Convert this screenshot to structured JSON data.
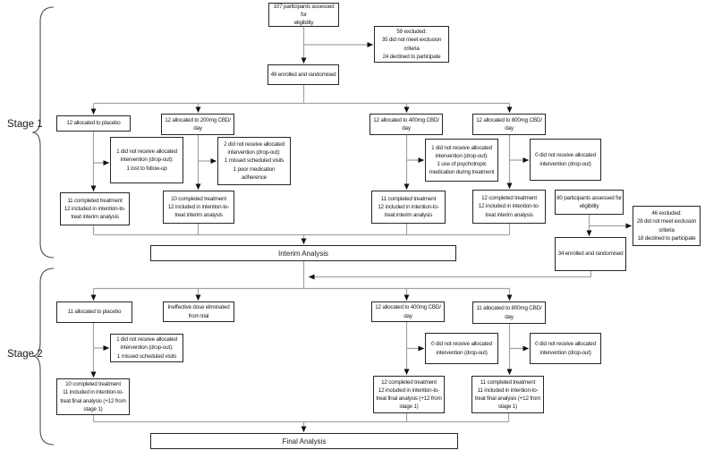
{
  "diagram": {
    "stage1_label": "Stage 1",
    "stage2_label": "Stage 2",
    "interim_bar": "Interim Analysis",
    "final_bar": "Final Analysis"
  },
  "colors": {
    "background": "#ffffff",
    "box_border": "#262626",
    "connector": "#a3a3a3",
    "arrowhead": "#111111"
  },
  "nodes": {
    "assessed_107": [
      "107 participants assessed for",
      "eligibility"
    ],
    "excluded_59": [
      "59 excluded:",
      "35 did not meet exclusion",
      "criteria",
      "24 declined to participate"
    ],
    "enrolled_49": [
      "49 enrolled and  randomised"
    ],
    "s1_alloc_placebo": [
      "12 allocated to placebo"
    ],
    "s1_alloc_200": [
      "12 allocated to 200mg CBD/",
      "day"
    ],
    "s1_alloc_400": [
      "12 allocated to 400mg CBD/",
      "day"
    ],
    "s1_alloc_800": [
      "12 allocated to 800mg CBD/",
      "day"
    ],
    "s1_drop_placebo": [
      "1 did not receive allocated",
      "intervention (drop-out):",
      "1 lost to follow-up"
    ],
    "s1_drop_200": [
      "2 did not receive allocated",
      "intervention (drop-out):",
      "1 missed scheduled visits",
      "1 poor medication",
      "adherence"
    ],
    "s1_drop_400": [
      "1 did not receive allocated",
      "intervention (drop-out):",
      "1 use of psychotropic",
      "medication during treatment"
    ],
    "s1_drop_800": [
      "0 did not receive allocated",
      "intervention (drop-out)"
    ],
    "s1_comp_placebo": [
      "11 completed treatment",
      "12 included in intention-to-",
      "treat interim analysis"
    ],
    "s1_comp_200": [
      "10 completed treatment",
      "12 included in intention-to-",
      "treat interim analysis"
    ],
    "s1_comp_400": [
      "11 completed treatment",
      "12 included in intention-to-",
      "treat interim analysis"
    ],
    "s1_comp_800": [
      "12 completed treatment",
      "12 included in intention-to-",
      "treat interim analysis"
    ],
    "assessed_80": [
      "80 participants assessed for",
      "eligibility"
    ],
    "excluded_46": [
      "46 excluded:",
      "28 did not meet exclusion",
      "criteria",
      "18 declined to participate"
    ],
    "enrolled_34": [
      "34 enrolled and randomised"
    ],
    "s2_alloc_placebo": [
      "11 allocated to placebo"
    ],
    "s2_ineffective": [
      "Ineffective dose eliminated",
      "from trial"
    ],
    "s2_alloc_400": [
      "12 allocated to 400mg CBD/",
      "day"
    ],
    "s2_alloc_800": [
      "11 allocated to 800mg CBD/",
      "day"
    ],
    "s2_drop_placebo": [
      "1 did not receive allocated",
      "intervention (drop-out):",
      "1 missed scheduled visits"
    ],
    "s2_drop_400": [
      "0 did not receive allocated",
      "intervention (drop-out)"
    ],
    "s2_drop_800": [
      "0 did not receive allocated",
      "intervention (drop-out)"
    ],
    "s2_comp_placebo": [
      "10 completed treatment",
      "11 included in intention-to-",
      "treat final analysis (+12 from",
      "stage 1)"
    ],
    "s2_comp_400": [
      "12 completed treatment",
      "12 included in intention-to-",
      "treat final analysis (+12 from",
      "stage 1)"
    ],
    "s2_comp_800": [
      "11 completed treatment",
      "11 included in intention-to-",
      "treat final analysis (+12 from",
      "stage 1)"
    ]
  }
}
